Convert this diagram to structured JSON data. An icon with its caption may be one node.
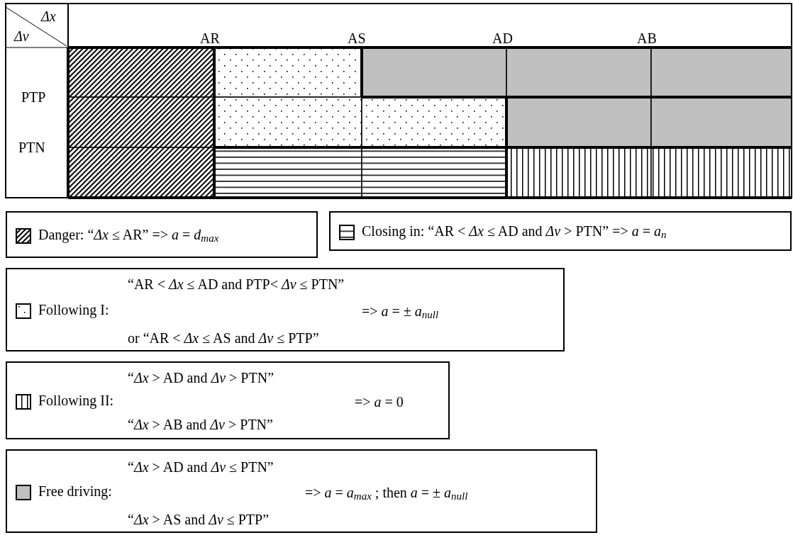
{
  "diagram": {
    "labels": [
      "Δx",
      "Δv",
      "AR",
      "AS",
      "AD",
      "AB",
      "PTP",
      "PTN",
      "“AR < *Δx* ≤ AD and PTP< *Δv* ≤ PTN”",
      "or “AR < *Δx* ≤ AS and *Δv* ≤ PTP”",
      "=> *a* = ± *a*$_{null}$",
      "“*Δx* > AD and *Δv* > PTN”",
      "“*Δx* > AB and *Δv* > PTN”",
      "=> *a* = 0",
      "“*Δx* > AD and *Δv* ≤ PTN”",
      "“*Δx* > AS and *Δv* ≤ PTP”",
      "=> *a* = *a*$_{max}$ ; then *a* = ± *a*$_{null}$"
    ],
    "legend": [
      {
        "text": "Danger: “*Δx* ≤ AR” => *a* = *d*$_{max}$"
      },
      {
        "text": "Closing in: “AR < *Δx* ≤ AD and *Δv* > PTN” => *a* = *a*$_{n}$"
      },
      {
        "text": "Following I:"
      },
      {
        "text": "Following II:"
      },
      {
        "text": "Free driving:",
        "color": "#c0c0c0"
      }
    ]
  }
}
